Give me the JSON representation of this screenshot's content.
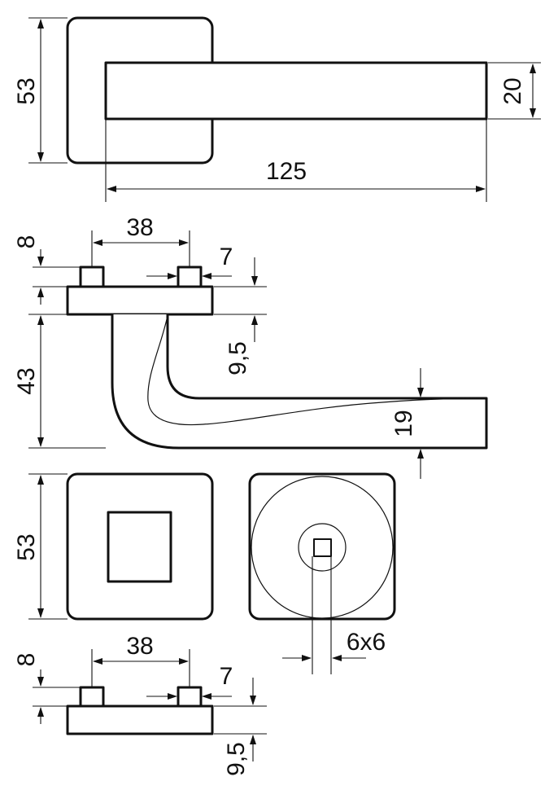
{
  "colors": {
    "line": "#111111",
    "background": "#ffffff"
  },
  "labels": {
    "top_rose_height": "53",
    "lever_width": "20",
    "lever_length": "125",
    "pin_spacing_top": "38",
    "pin_height_top": "8",
    "pin_width_top": "7",
    "rose_thickness_top": "9,5",
    "lever_height": "43",
    "lever_end_thickness": "19",
    "rose_front_height": "53",
    "spindle_square": "6x6",
    "pin_spacing_bottom": "38",
    "pin_height_bottom": "8",
    "pin_width_bottom": "7",
    "rose_thickness_bottom": "9,5"
  }
}
